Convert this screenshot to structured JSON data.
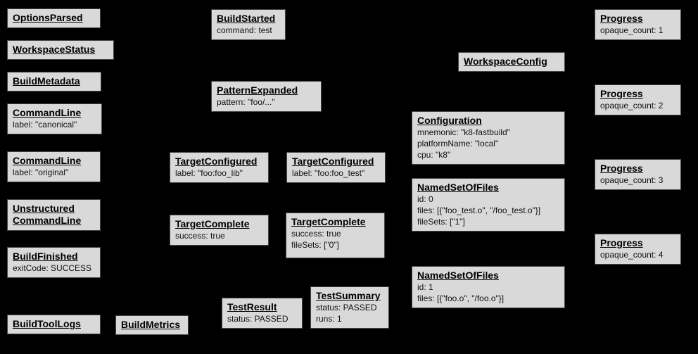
{
  "colors": {
    "background": "#000000",
    "box_fill": "#d9d9d9",
    "box_border": "#474747",
    "text": "#000000"
  },
  "nodes": {
    "options_parsed": {
      "title": "OptionsParsed"
    },
    "workspace_status": {
      "title": "WorkspaceStatus"
    },
    "build_metadata": {
      "title": "BuildMetadata"
    },
    "command_line_canonical": {
      "title": "CommandLine",
      "lines": [
        "label: \"canonical\""
      ]
    },
    "command_line_original": {
      "title": "CommandLine",
      "lines": [
        "label: \"original\""
      ]
    },
    "unstructured_command_line": {
      "title": "Unstructured CommandLine"
    },
    "build_finished": {
      "title": "BuildFinished",
      "lines": [
        "exitCode: SUCCESS"
      ]
    },
    "build_tool_logs": {
      "title": "BuildToolLogs"
    },
    "build_metrics": {
      "title": "BuildMetrics"
    },
    "build_started": {
      "title": "BuildStarted",
      "lines": [
        "command: test"
      ]
    },
    "pattern_expanded": {
      "title": "PatternExpanded",
      "lines": [
        "pattern: \"foo/...\""
      ]
    },
    "target_configured_lib": {
      "title": "TargetConfigured",
      "lines": [
        "label: \"foo:foo_lib\""
      ]
    },
    "target_complete_lib": {
      "title": "TargetComplete",
      "lines": [
        "success: true"
      ]
    },
    "test_result": {
      "title": "TestResult",
      "lines": [
        "status: PASSED"
      ]
    },
    "target_configured_test": {
      "title": "TargetConfigured",
      "lines": [
        "label: \"foo:foo_test\""
      ]
    },
    "target_complete_test": {
      "title": "TargetComplete",
      "lines": [
        "success: true",
        "fileSets: [\"0\"]"
      ]
    },
    "test_summary": {
      "title": "TestSummary",
      "lines": [
        "status: PASSED",
        "runs: 1"
      ]
    },
    "workspace_config": {
      "title": "WorkspaceConfig"
    },
    "configuration": {
      "title": "Configuration",
      "lines": [
        "mnemonic: \"k8-fastbuild\"",
        "platformName: \"local\"",
        "cpu: \"k8\""
      ]
    },
    "named_set_0": {
      "title": "NamedSetOfFiles",
      "lines": [
        "id: 0",
        "files: [{\"foo_test.o\", \"/foo_test.o\"}]",
        "fileSets: [\"1\"]"
      ]
    },
    "named_set_1": {
      "title": "NamedSetOfFiles",
      "lines": [
        "id: 1",
        "files: [{\"foo.o\", \"/foo.o\"}]"
      ]
    },
    "progress_1": {
      "title": "Progress",
      "lines": [
        "opaque_count: 1"
      ]
    },
    "progress_2": {
      "title": "Progress",
      "lines": [
        "opaque_count: 2"
      ]
    },
    "progress_3": {
      "title": "Progress",
      "lines": [
        "opaque_count: 3"
      ]
    },
    "progress_4": {
      "title": "Progress",
      "lines": [
        "opaque_count: 4"
      ]
    }
  }
}
